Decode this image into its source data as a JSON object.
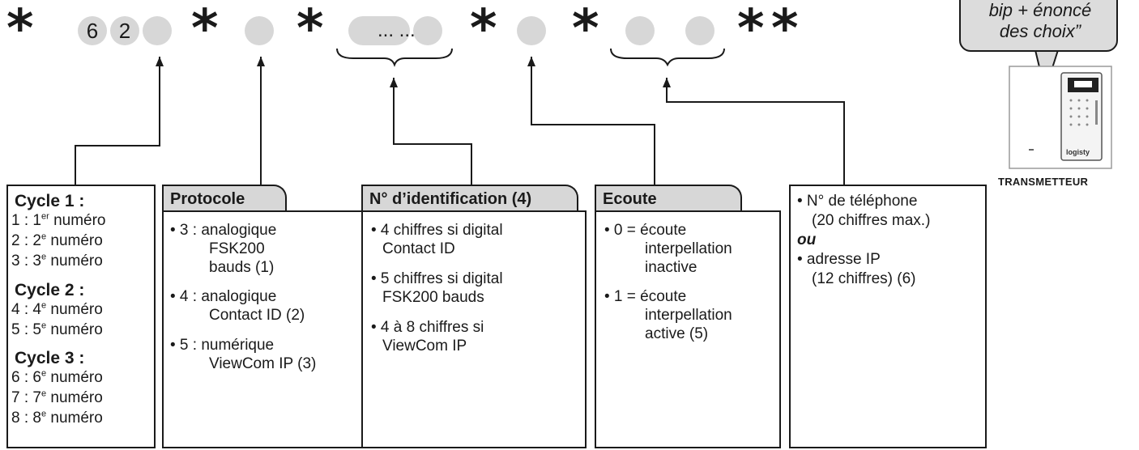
{
  "sequence": {
    "star": "*",
    "digit_6": "6",
    "digit_2": "2",
    "ellipsis": "... ..."
  },
  "bubble": {
    "line1": "bip + énoncé",
    "line2": "des choix”"
  },
  "device": {
    "brand": "logisty",
    "label": "TRANSMETTEUR"
  },
  "cycle_box": {
    "cycle1": "Cycle 1 :",
    "cycle1_items": [
      {
        "num": "1",
        "sup": "er",
        "text": "numéro"
      },
      {
        "num": "2",
        "sup": "e",
        "text": "numéro"
      },
      {
        "num": "3",
        "sup": "e",
        "text": "numéro"
      }
    ],
    "cycle2": "Cycle 2 :",
    "cycle2_items": [
      {
        "num": "4",
        "sup": "e",
        "text": "numéro"
      },
      {
        "num": "5",
        "sup": "e",
        "text": "numéro"
      }
    ],
    "cycle3": "Cycle 3 :",
    "cycle3_items": [
      {
        "num": "6",
        "sup": "e",
        "text": "numéro"
      },
      {
        "num": "7",
        "sup": "e",
        "text": "numéro"
      },
      {
        "num": "8",
        "sup": "e",
        "text": "numéro"
      }
    ]
  },
  "protocole": {
    "title": "Protocole",
    "lines": [
      "• 3 : analogique",
      "FSK200",
      "bauds (1)",
      "• 4 : analogique",
      "Contact ID (2)",
      "• 5 : numérique",
      "ViewCom IP (3)"
    ]
  },
  "identification": {
    "title": "N° d’identification (4)",
    "lines": [
      "• 4 chiffres si digital",
      "Contact ID",
      "• 5 chiffres si digital",
      "FSK200 bauds",
      "• 4 à 8 chiffres si",
      "ViewCom IP"
    ]
  },
  "ecoute": {
    "title": "Ecoute",
    "lines": [
      "• 0 = écoute",
      "interpellation",
      "inactive",
      "• 1 = écoute",
      "interpellation",
      "active (5)"
    ]
  },
  "telephone": {
    "lines": [
      "• N° de téléphone",
      "(20 chiffres max.)",
      "ou",
      "• adresse IP",
      "(12 chiffres) (6)"
    ]
  }
}
